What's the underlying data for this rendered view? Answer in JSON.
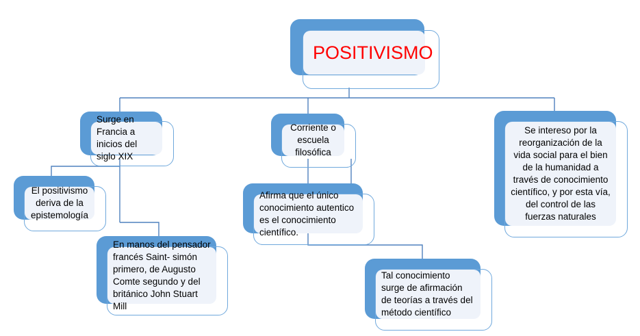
{
  "diagram": {
    "type": "concept-map",
    "title": "POSITIVISMO",
    "accent_color": "#5B9BD5",
    "panel_fill": "#EFF3FA",
    "outline_color": "#6FA8DC",
    "title_color": "#FF0000",
    "body_text_color": "#000000",
    "nodes": [
      {
        "id": "root",
        "label": "POSITIVISMO",
        "align": "left",
        "level": 0
      },
      {
        "id": "francia",
        "label": "Surge en Francia a inicios del siglo XIX",
        "align": "left",
        "level": 1
      },
      {
        "id": "epistemologia",
        "label": "El positivismo deriva de la epistemología",
        "align": "center",
        "level": 2
      },
      {
        "id": "pensadores",
        "label": "En manos del pensador francés Saint- simón primero, de Augusto Comte segundo y del británico John Stuart Mill",
        "align": "left",
        "level": 2
      },
      {
        "id": "corriente",
        "label": "Corriente o escuela filosófica",
        "align": "center",
        "level": 1
      },
      {
        "id": "afirma",
        "label": "Afirma que el único conocimiento autentico es el conocimiento científico.",
        "align": "left",
        "level": 2
      },
      {
        "id": "metodo",
        "label": "Tal conocimiento surge de afirmación de teorías a través del método científico",
        "align": "left",
        "level": 3
      },
      {
        "id": "reorganizacion",
        "label": "Se intereso por la reorganización de la vida social para el bien de la humanidad a través de conocimiento científico, y por esta vía, del control de las fuerzas naturales",
        "align": "center",
        "level": 1
      }
    ]
  }
}
